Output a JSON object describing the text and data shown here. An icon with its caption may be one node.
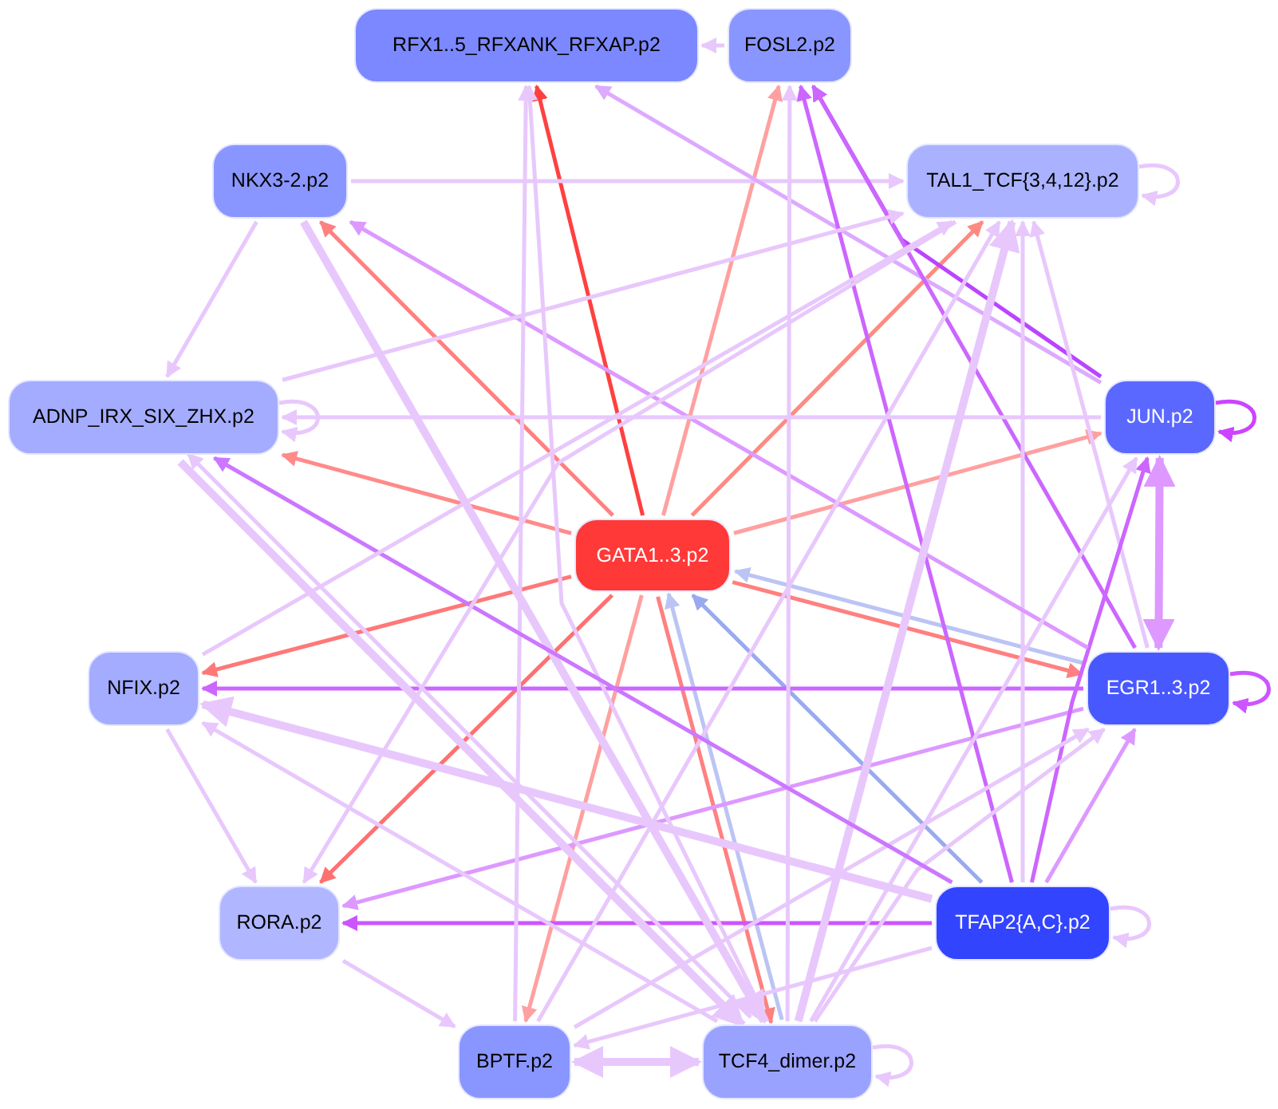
{
  "diagram": {
    "nodes": [
      {
        "text": [
          "RFX1..5_RFXANK_RFXAP.p2"
        ]
      },
      {
        "text": [
          "FOSL2.p2"
        ]
      },
      {
        "text": [
          "NKX3-2.p2"
        ]
      },
      {
        "text": [
          "TAL1_TCF{3,4,12}.p2"
        ]
      },
      {
        "text": [
          "ADNP_IRX_SIX_ZHX.p2"
        ]
      },
      {
        "text": [
          "JUN.p2"
        ]
      },
      {
        "text": [
          "GATA1..3.p2"
        ]
      },
      {
        "text": [
          "NFIX.p2"
        ]
      },
      {
        "text": [
          "EGR1..3.p2"
        ]
      },
      {
        "text": [
          "RORA.p2"
        ]
      },
      {
        "text": [
          "TFAP2{A,C}.p2"
        ]
      },
      {
        "text": [
          "BPTF.p2"
        ]
      },
      {
        "text": [
          "TCF4_dimer.p2"
        ]
      }
    ],
    "edges": [
      {
        "from": 6,
        "to": 0,
        "arrow": "to",
        "color": "#ff4040"
      },
      {
        "from": 6,
        "to": 1,
        "arrow": "to",
        "color": "#ffa0a0"
      },
      {
        "from": 6,
        "to": 3,
        "arrow": "to",
        "color": "#ff8a80"
      },
      {
        "from": 6,
        "to": 5,
        "arrow": "to",
        "color": "#ffa0a0"
      },
      {
        "from": 6,
        "to": 2,
        "arrow": "to",
        "color": "#ff8080"
      },
      {
        "from": 6,
        "to": 4,
        "arrow": "to",
        "color": "#ff8a8a"
      },
      {
        "from": 6,
        "to": 7,
        "arrow": "to",
        "color": "#ff7878"
      },
      {
        "from": 6,
        "to": 9,
        "arrow": "to",
        "color": "#ff7070"
      },
      {
        "from": 6,
        "to": 11,
        "arrow": "to",
        "color": "#ffa0a0"
      },
      {
        "from": 6,
        "to": 12,
        "arrow": "to",
        "color": "#ff8080"
      },
      {
        "from": 6,
        "to": 8,
        "arrow": "to",
        "color": "#ff8080"
      },
      {
        "from": 8,
        "to": 6,
        "arrow": "to",
        "color": "#bbc4f4"
      },
      {
        "from": 12,
        "to": 6,
        "arrow": "to",
        "color": "#bbc4f4"
      },
      {
        "from": 10,
        "to": 6,
        "arrow": "to",
        "color": "#99aaee"
      },
      {
        "from": 1,
        "to": 0,
        "arrow": "to"
      },
      {
        "from": 2,
        "to": 3,
        "arrow": "to"
      },
      {
        "from": 2,
        "to": 4,
        "arrow": "to"
      },
      {
        "from": 4,
        "to": 4,
        "arrow": "to"
      },
      {
        "from": 3,
        "to": 3,
        "arrow": "to"
      },
      {
        "from": 5,
        "to": 5,
        "arrow": "to",
        "color": "#cc44ff"
      },
      {
        "from": 8,
        "to": 8,
        "arrow": "to",
        "color": "#cc55ff"
      },
      {
        "from": 10,
        "to": 10,
        "arrow": "to"
      },
      {
        "from": 12,
        "to": 12,
        "arrow": "to"
      },
      {
        "from": 5,
        "to": 1,
        "arrow": "to",
        "color": "#bb44ff"
      },
      {
        "from": 5,
        "to": 0,
        "arrow": "to",
        "color": "#ddaaff"
      },
      {
        "from": 8,
        "to": 1,
        "arrow": "to",
        "color": "#cc66ff"
      },
      {
        "from": 8,
        "to": 7,
        "arrow": "to",
        "color": "#cc66ff"
      },
      {
        "from": 8,
        "to": 5,
        "arrow": "both",
        "color": "#dd99ff",
        "style": "thick"
      },
      {
        "from": 8,
        "to": 9,
        "arrow": "to",
        "color": "#dd99ff"
      },
      {
        "from": 8,
        "to": 3,
        "arrow": "to"
      },
      {
        "from": 10,
        "to": 9,
        "arrow": "to",
        "color": "#cc55ff"
      },
      {
        "from": 10,
        "to": 7,
        "arrow": "to",
        "style": "thick"
      },
      {
        "from": 10,
        "to": 8,
        "arrow": "to",
        "color": "#dd99ff"
      },
      {
        "from": 10,
        "to": 5,
        "arrow": "to",
        "color": "#cc66ff"
      },
      {
        "from": 10,
        "to": 3,
        "arrow": "to"
      },
      {
        "from": 10,
        "to": 1,
        "arrow": "to",
        "color": "#cc66ff"
      },
      {
        "from": 8,
        "to": 2,
        "arrow": "to",
        "color": "#dd99ff"
      },
      {
        "from": 11,
        "to": 12,
        "arrow": "both",
        "style": "thick"
      },
      {
        "from": 12,
        "to": 3,
        "arrow": "to",
        "style": "thick"
      },
      {
        "from": 12,
        "to": 1,
        "arrow": "to"
      },
      {
        "from": 12,
        "to": 8,
        "arrow": "to"
      },
      {
        "from": 12,
        "to": 5,
        "arrow": "to"
      },
      {
        "from": 12,
        "to": 0,
        "arrow": "to"
      },
      {
        "from": 11,
        "to": 0,
        "arrow": "to"
      },
      {
        "from": 11,
        "to": 3,
        "arrow": "to"
      },
      {
        "from": 11,
        "to": 8,
        "arrow": "to"
      },
      {
        "from": 9,
        "to": 11,
        "arrow": "to"
      },
      {
        "from": 7,
        "to": 9,
        "arrow": "to"
      },
      {
        "from": 4,
        "to": 3,
        "arrow": "to"
      },
      {
        "from": 5,
        "to": 4,
        "arrow": "to"
      },
      {
        "from": 4,
        "to": 12,
        "arrow": "to",
        "style": "thick"
      },
      {
        "from": 12,
        "to": 4,
        "arrow": "to"
      },
      {
        "from": 2,
        "to": 12,
        "arrow": "to",
        "style": "thick"
      },
      {
        "from": 10,
        "to": 4,
        "arrow": "to",
        "color": "#cc77ff"
      },
      {
        "from": 12,
        "to": 7,
        "arrow": "to"
      },
      {
        "from": 10,
        "to": 11,
        "arrow": "to"
      },
      {
        "from": 7,
        "to": 3,
        "arrow": "to"
      },
      {
        "from": 3,
        "to": 9,
        "arrow": "to"
      }
    ]
  }
}
